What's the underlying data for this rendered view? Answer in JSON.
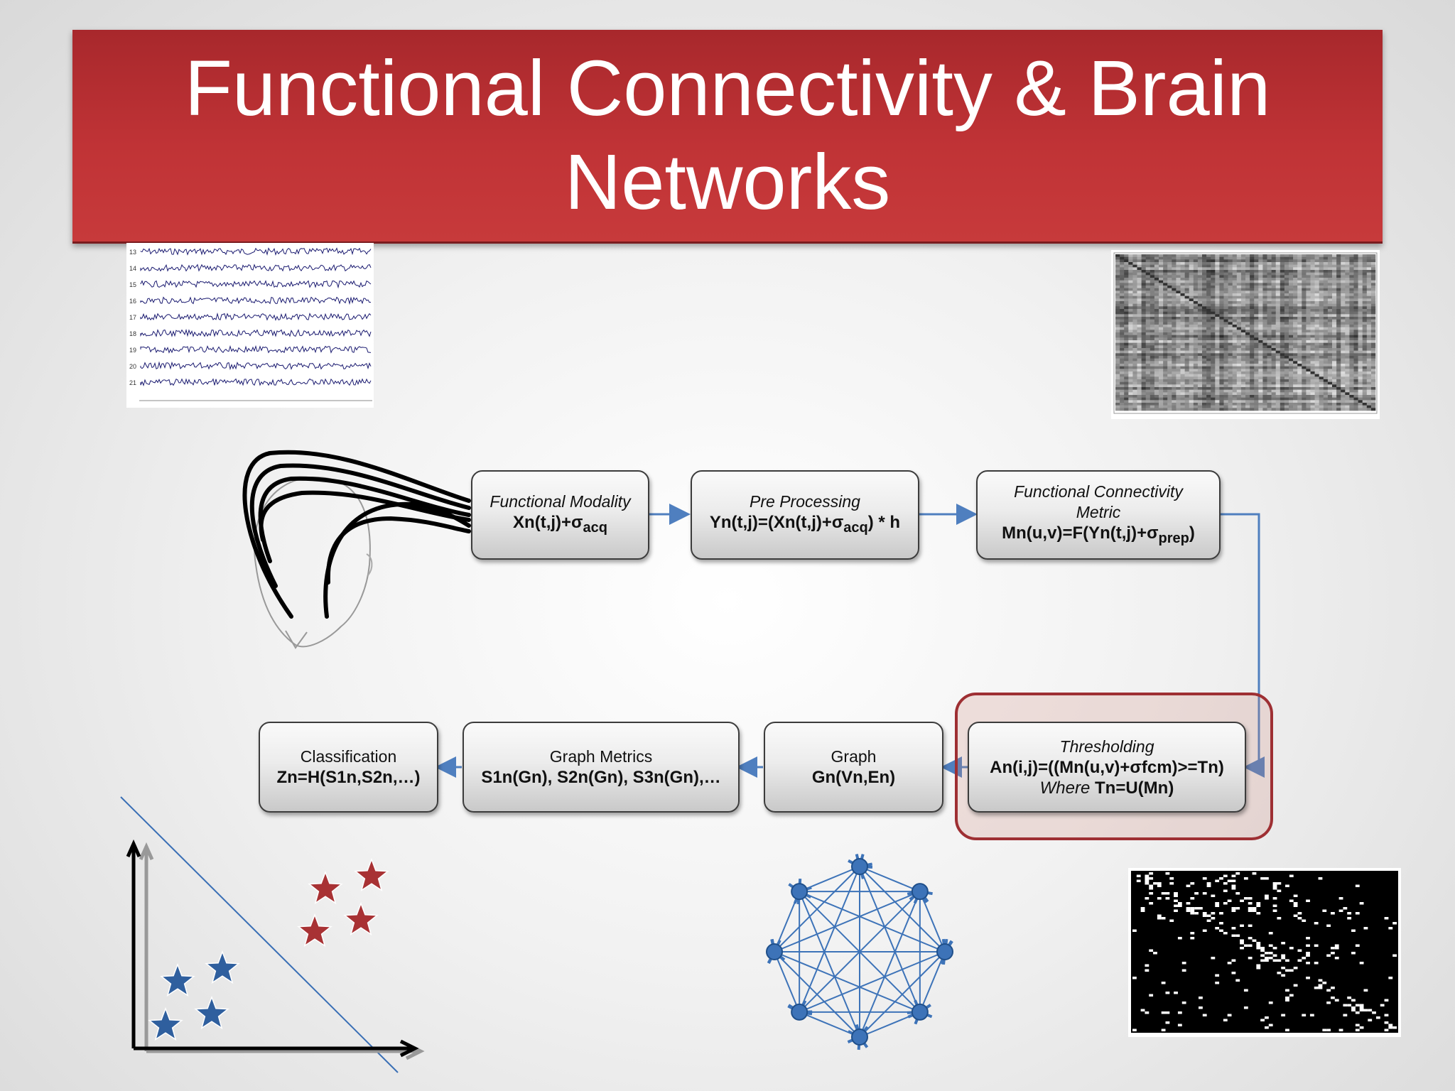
{
  "title": {
    "line1": "Functional Connectivity & Brain",
    "line2": "Networks"
  },
  "colors": {
    "banner": "#c03336",
    "arrow": "#4f7fbf",
    "highlight": "#9e2f33",
    "star_red": "#a83234",
    "star_blue": "#2f5f9e"
  },
  "timeseries": {
    "channels": [
      "13",
      "14",
      "15",
      "16",
      "17",
      "18",
      "19",
      "20",
      "21"
    ]
  },
  "steps": {
    "modality": {
      "title": "Functional Modality",
      "formula": "Xn(t,j)+σ",
      "sub": "acq"
    },
    "preproc": {
      "title": "Pre Processing",
      "formula_a": "Yn(t,j)=(Xn(t,j)+σ",
      "sub": "acq",
      "formula_b": ") * h"
    },
    "fcmetric": {
      "title_1": "Functional Connectivity",
      "title_2": "Metric",
      "formula_a": "Mn(u,v)=F(Yn(t,j)+σ",
      "sub": "prep",
      "formula_b": ")"
    },
    "threshold": {
      "title": "Thresholding",
      "formula": "An(i,j)=((Mn(u,v)+σfcm)>=Tn)",
      "where": "Where",
      "where_formula": " Tn=U(Mn)"
    },
    "graph": {
      "title": "Graph",
      "formula": "Gn(Vn,En)"
    },
    "metrics": {
      "title": "Graph Metrics",
      "formula": "S1n(Gn), S2n(Gn), S3n(Gn),…"
    },
    "classify": {
      "title": "Classification",
      "formula": "Zn=H(S1n,S2n,…)"
    }
  }
}
